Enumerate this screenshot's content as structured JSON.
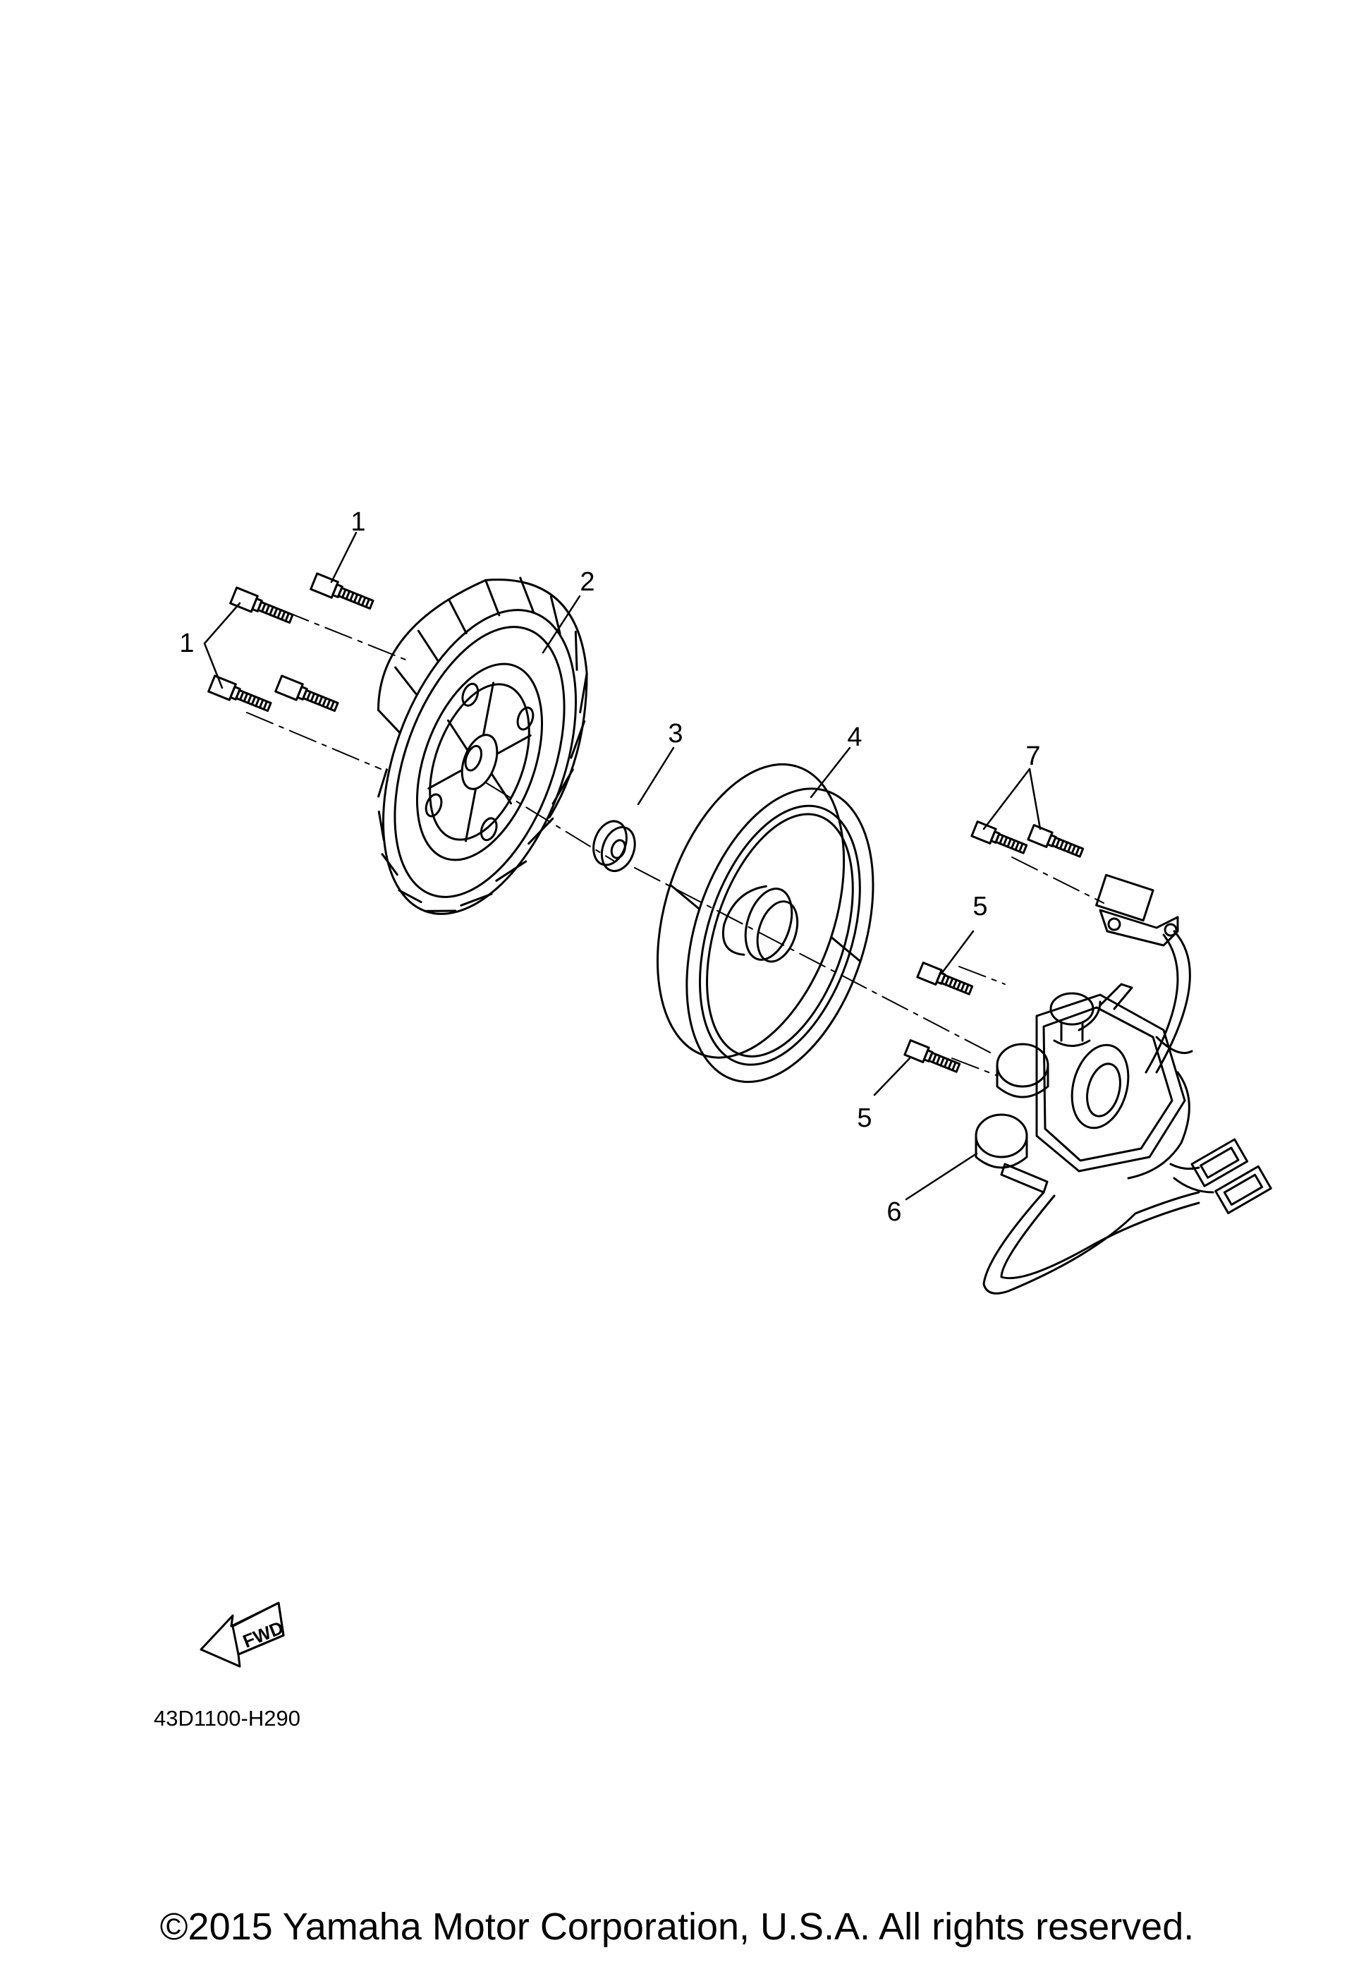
{
  "callouts": {
    "c1a": "1",
    "c1b": "1",
    "c2": "2",
    "c3": "3",
    "c4": "4",
    "c5a": "5",
    "c5b": "5",
    "c6": "6",
    "c7": "7"
  },
  "fwd_arrow": {
    "label": "FWD"
  },
  "diagram_code": "43D1100-H290",
  "copyright": "©2015 Yamaha Motor Corporation, U.S.A. All rights reserved.",
  "colors": {
    "line": "#000000",
    "background": "#ffffff"
  }
}
